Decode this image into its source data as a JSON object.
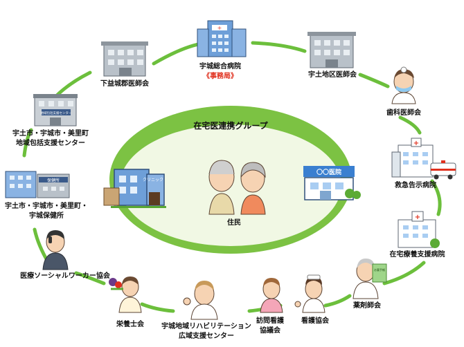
{
  "title": "在宅医連携グループ",
  "center_label": "住民",
  "clinic_sign": "クリニック",
  "hospital_sign": "〇〇医院",
  "nodes": {
    "uki_general_hospital": {
      "name": "宇城総合病院",
      "note": "《事務局》"
    },
    "uto_district_medical": {
      "name": "宇土地区医師会"
    },
    "shimomashiki_medical": {
      "name": "下益城郡医師会"
    },
    "dental_association": {
      "name": "歯科医師会"
    },
    "comprehensive_support": {
      "line1": "宇土市・宇城市・美里町",
      "line2": "地域包括支援センター",
      "sign": "地域包括支援センター"
    },
    "emergency_hospital": {
      "name": "救急告示病院"
    },
    "health_center": {
      "line1": "宇土市・宇城市・美里町・",
      "line2": "宇城保健所",
      "sign": "保健所"
    },
    "home_care_hospital": {
      "name": "在宅療養支援病院"
    },
    "social_worker": {
      "name": "医療ソーシャルワーカー協会"
    },
    "pharmacists": {
      "name": "薬剤師会",
      "sign": "お薬手帳"
    },
    "dietitians": {
      "name": "栄養士会"
    },
    "rehab_center": {
      "line1": "宇城地域リハビリテーション",
      "line2": "広域支援センター"
    },
    "visiting_nurse": {
      "line1": "訪問看護",
      "line2": "協議会"
    },
    "nursing_association": {
      "name": "看護協会"
    }
  },
  "colors": {
    "ring": "#6cbf3c",
    "ellipse_outer": "#7cc243",
    "ellipse_inner": "#f1f8e4",
    "building_blue": "#6e9fd8",
    "building_grey": "#b9c1c9",
    "accent_red": "#e0301e"
  }
}
